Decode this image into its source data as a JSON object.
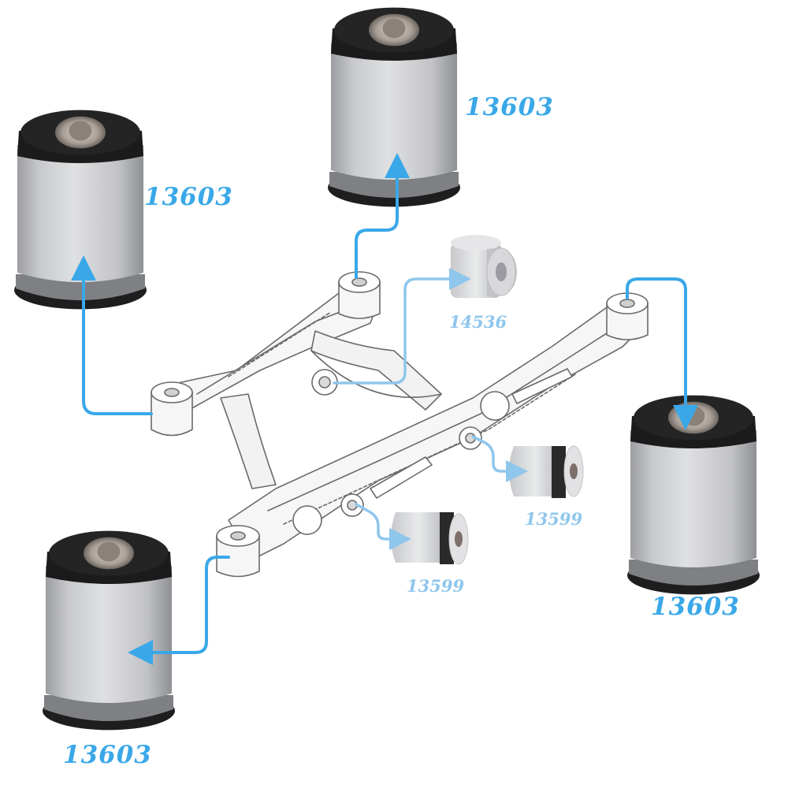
{
  "colors": {
    "primary_blue": "#3aa8e8",
    "secondary_blue": "#8fc6ec",
    "frame_line": "#6a6a6a",
    "bushing_metal": "#c9cacd",
    "bushing_rubber": "#1b1b1b"
  },
  "labels": {
    "top_left": "13603",
    "top_center": "13603",
    "right": "13603",
    "bottom_left": "13603",
    "center_bushing": "14536",
    "right_small_bushing": "13599",
    "lower_small_bushing": "13599"
  }
}
